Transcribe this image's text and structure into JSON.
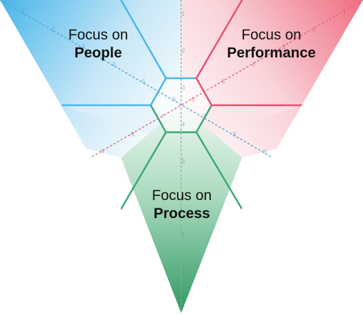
{
  "sections": {
    "people": {
      "line1": "Focus on",
      "line2": "People",
      "color": "#3fb2e8"
    },
    "performance": {
      "line1": "Focus on",
      "line2": "Performance",
      "color": "#e8506b"
    },
    "process": {
      "line1": "Focus on",
      "line2": "Process",
      "color": "#3aa873"
    }
  },
  "axis_ticks": [
    "1",
    "2",
    "3",
    "4",
    "5",
    "6",
    "7",
    "8",
    "9"
  ]
}
